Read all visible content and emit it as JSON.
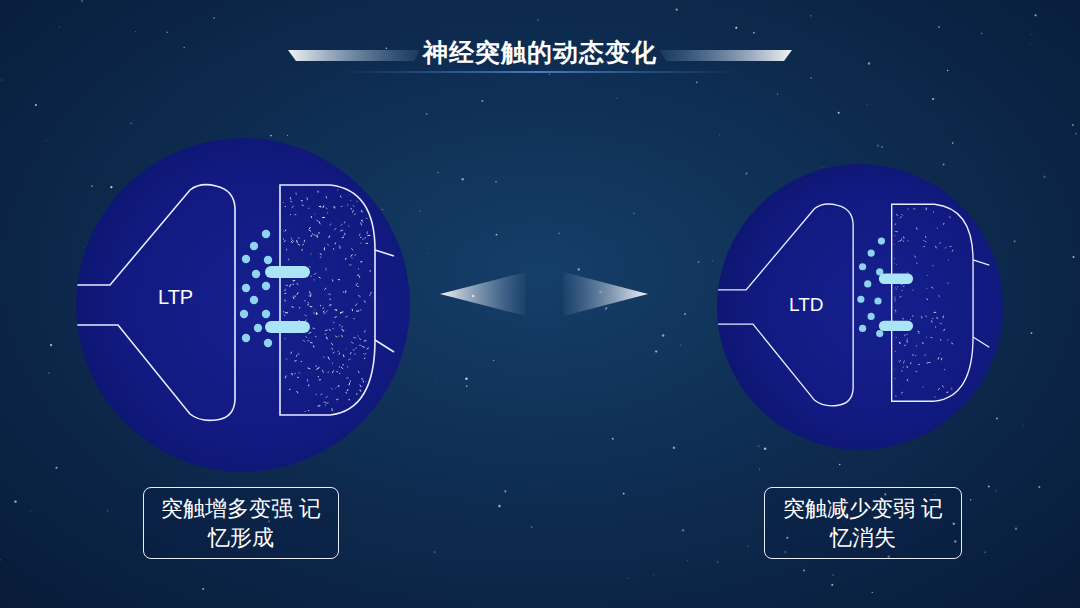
{
  "diagram": {
    "title": "神经突触的动态变化",
    "nodes": [
      {
        "text": [
          "LTP"
        ]
      },
      {
        "text": [
          "LTD"
        ]
      },
      {
        "text": [
          "突触增多变强 记忆形成"
        ]
      },
      {
        "text": [
          "突触减少变弱 记忆消失"
        ]
      }
    ],
    "edges": [
      {
        "from": 0,
        "to": 1,
        "arrow": "both"
      }
    ]
  }
}
